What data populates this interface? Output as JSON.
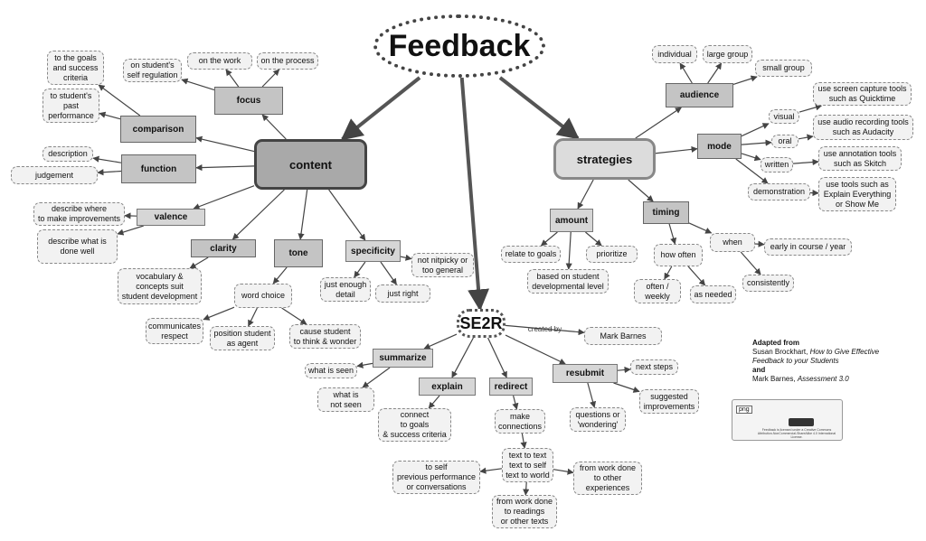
{
  "title": "Feedback",
  "nodes": {
    "content": "content",
    "strategies": "strategies",
    "se2r": "SE2R",
    "focus": "focus",
    "on_self_regulation": "on student's\nself regulation",
    "on_work": "on the work",
    "on_process": "on the process",
    "comparison": "comparison",
    "to_goals": "to the goals\nand success\ncriteria",
    "to_past": "to student's\npast\nperformance",
    "function": "function",
    "description": "description",
    "judgement": "judgement",
    "valence": "valence",
    "describe_where": "describe where\nto make improvements",
    "describe_what": "describe what is\ndone well",
    "clarity": "clarity",
    "vocabulary": "vocabulary &\nconcepts suit\nstudent development",
    "tone": "tone",
    "word_choice": "word choice",
    "communicates_respect": "communicates\nrespect",
    "position_student": "position student\nas agent",
    "cause_student": "cause student\nto think & wonder",
    "specificity": "specificity",
    "not_nitpicky": "not nitpicky or\ntoo general",
    "just_enough": "just enough\ndetail",
    "just_right": "just right",
    "audience": "audience",
    "individual": "individual",
    "large_group": "large group",
    "small_group": "small group",
    "mode": "mode",
    "visual": "visual",
    "oral": "oral",
    "written": "written",
    "demonstration": "demonstration",
    "screen_capture": "use screen capture tools\nsuch as Quicktime",
    "audio_recording": "use audio recording tools\nsuch as Audacity",
    "annotation": "use annotation tools\nsuch as Skitch",
    "explain_everything": "use tools such as\nExplain Everything\nor Show Me",
    "amount": "amount",
    "relate_goals": "relate to goals",
    "prioritize": "prioritize",
    "based_on_level": "based on student\ndevelopmental level",
    "timing": "timing",
    "how_often": "how often",
    "when": "when",
    "often_weekly": "often /\nweekly",
    "as_needed": "as needed",
    "early_in_course": "early in course / year",
    "consistently": "consistently",
    "created_by": "created by",
    "mark_barnes": "Mark Barnes",
    "summarize": "summarize",
    "what_is_seen": "what is seen",
    "what_is_not_seen": "what is\nnot seen",
    "explain": "explain",
    "connect": "connect\nto goals\n& success criteria",
    "redirect": "redirect",
    "make_connections": "make\nconnections",
    "text_to_text": "text to text\ntext to self\ntext to world",
    "to_self": "to self\nprevious performance\nor conversations",
    "from_work_experiences": "from work done\nto other\nexperiences",
    "from_work_readings": "from work done\nto readings\nor other texts",
    "resubmit": "resubmit",
    "next_steps": "next steps",
    "suggested_improvements": "suggested\nimprovements",
    "questions_wondering": "questions or\n'wondering'"
  },
  "credit": {
    "heading": "Adapted from",
    "author1": "Susan Brockhart,",
    "book1": "How to Give Effective Feedback to your Students",
    "and": "and",
    "author2": "Mark Barnes,",
    "book2": "Assessment 3.0"
  },
  "license": {
    "badge": "png",
    "text": "Feedback is licensed under a Creative Commons Attribution-NonCommercial-ShareAlike 4.0 International License."
  }
}
